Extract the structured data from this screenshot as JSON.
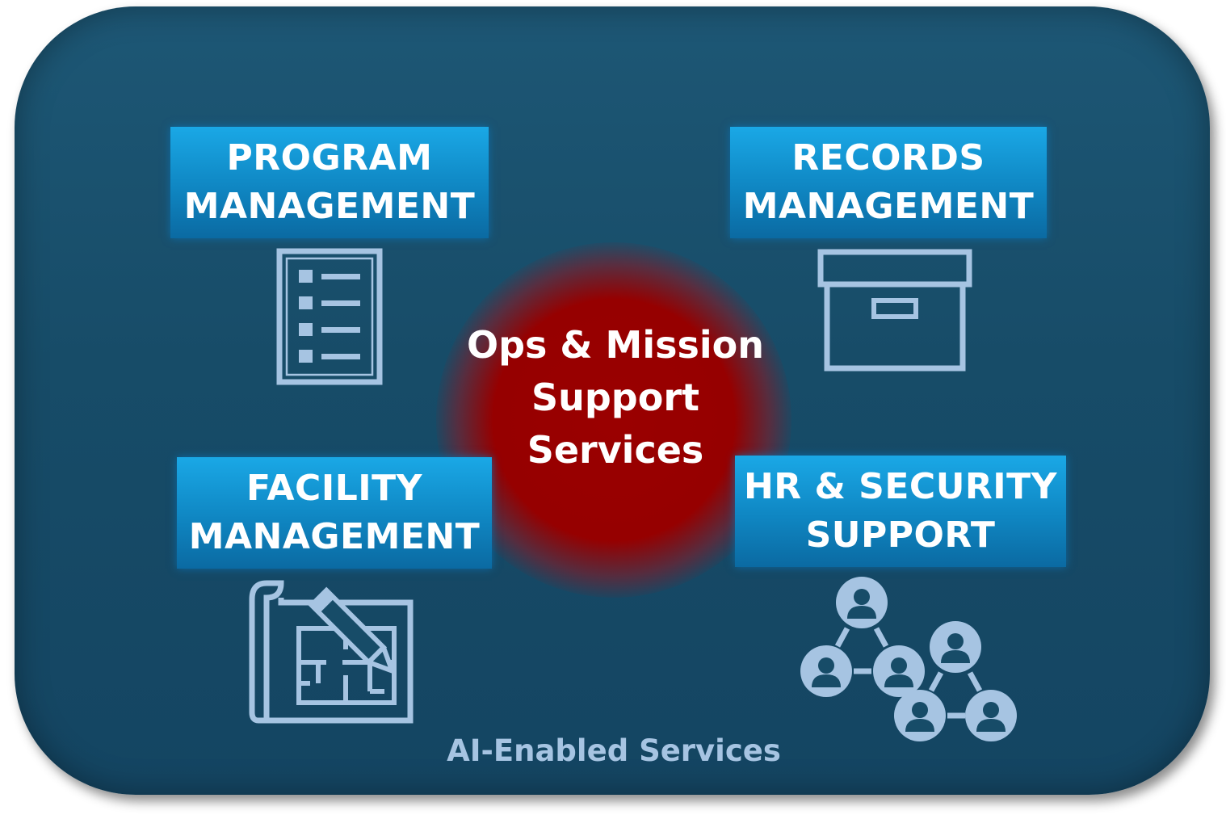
{
  "hub": {
    "lines": [
      "Ops & Mission",
      "Support",
      "Services"
    ]
  },
  "services": {
    "program": {
      "lines": [
        "PROGRAM",
        "MANAGEMENT"
      ],
      "icon": "checklist-icon"
    },
    "records": {
      "lines": [
        "RECORDS",
        "MANAGEMENT"
      ],
      "icon": "archive-box-icon"
    },
    "facility": {
      "lines": [
        "FACILITY",
        "MANAGEMENT"
      ],
      "icon": "blueprint-pencil-icon"
    },
    "hr": {
      "lines": [
        "HR & SECURITY",
        "SUPPORT"
      ],
      "icon": "people-network-icon"
    }
  },
  "footer": {
    "label": "AI-Enabled Services"
  },
  "colors": {
    "panel": "#174c68",
    "box": "#0f86c2",
    "hub": "#960000",
    "icon": "#a6c4e2",
    "footer_text": "#a6c4e2"
  }
}
